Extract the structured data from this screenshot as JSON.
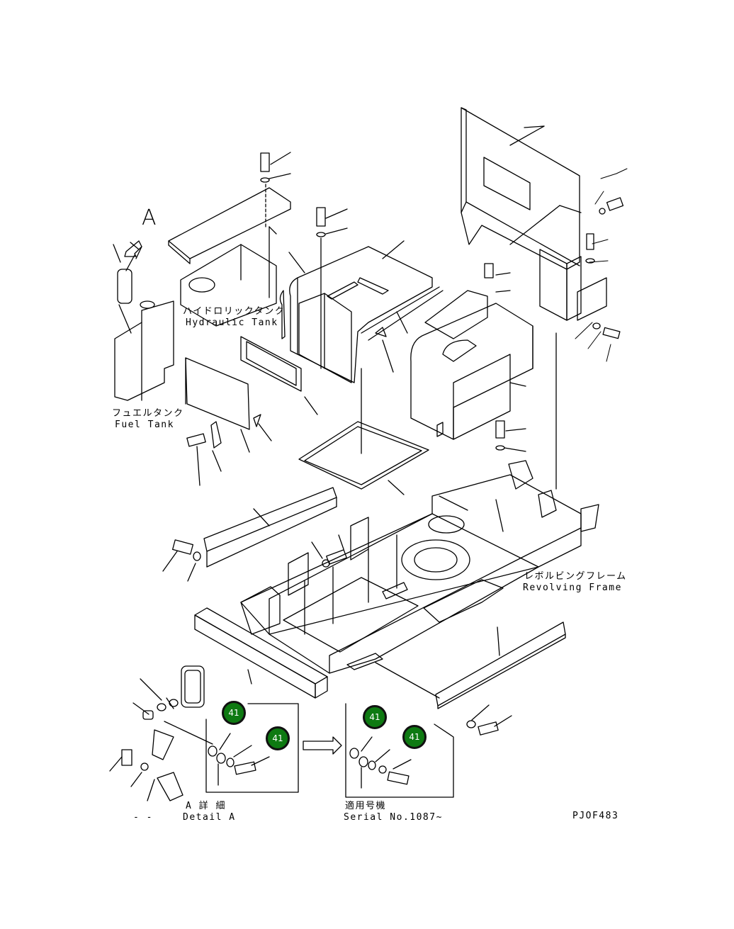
{
  "labels": {
    "view_marker": "A",
    "hydraulic_tank_jp": "ハイドロリックタンク",
    "hydraulic_tank_en": "Hydraulic Tank",
    "fuel_tank_jp": "フュエルタンク",
    "fuel_tank_en": "Fuel Tank",
    "revolving_frame_jp": "レボルビングフレーム",
    "revolving_frame_en": "Revolving Frame",
    "detail_jp": "A 詳 細",
    "detail_en": "Detail A",
    "detail_dashes": "- -",
    "serial_jp": "適用号機",
    "serial_en": "Serial No.1087~",
    "drawing_code": "PJOF483"
  },
  "callouts": [
    {
      "label": "41"
    },
    {
      "label": "41"
    },
    {
      "label": "41"
    },
    {
      "label": "41"
    }
  ],
  "colors": {
    "line": "#000000",
    "badge_fill": "#0e7a12",
    "badge_border": "#111111"
  }
}
